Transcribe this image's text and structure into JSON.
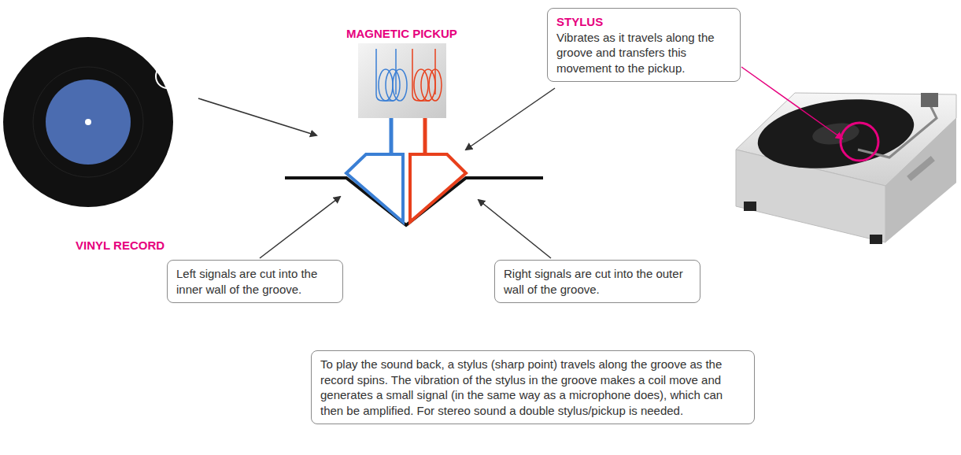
{
  "diagram": {
    "nodes": [
      {
        "text": [
          "STYLUS",
          "Vibrates as it travels along the groove and transfers this movement to the pickup."
        ]
      },
      {
        "text": [
          "Left signals are cut into the inner wall of the groove."
        ]
      },
      {
        "text": [
          "Right signals are cut into the outer wall of the groove."
        ]
      },
      {
        "text": [
          "To play the sound back, a stylus (sharp point) travels along the groove as the record spins. The vibration of the stylus in the groove makes a coil move and generates a small signal (in the same way as a microphone does), which can then be amplified. For stereo sound a double stylus/pickup is needed."
        ]
      }
    ],
    "labels": [
      "MAGNETIC PICKUP",
      "VINYL RECORD"
    ]
  }
}
